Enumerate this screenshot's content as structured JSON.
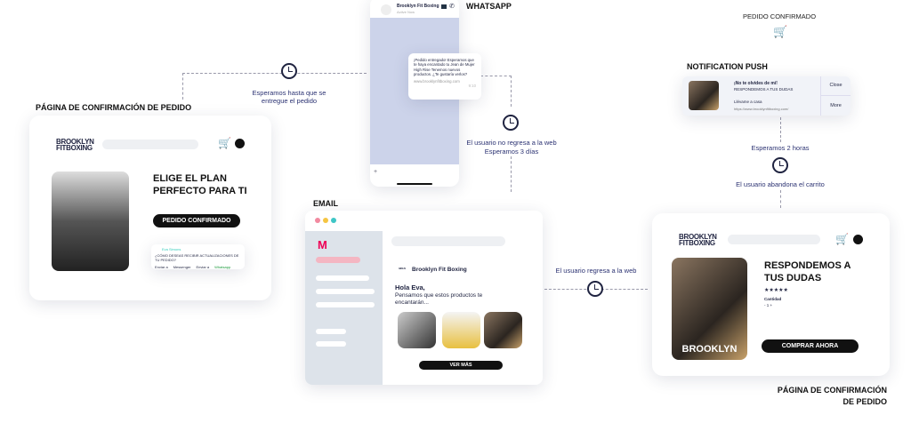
{
  "labels": {
    "confirm_left": "PÁGINA DE CONFIRMACIÓN DE PEDIDO",
    "whatsapp": "WHATSAPP",
    "email": "EMAIL",
    "notification": "NOTIFICATION PUSH",
    "pedido_confirmado": "PEDIDO CONFIRMADO",
    "confirm_right_1": "PÁGINA DE CONFIRMACIÓN",
    "confirm_right_2": "DE PEDIDO"
  },
  "steps": {
    "wait_delivery": "Esperamos hasta que se entregue el pedido",
    "no_return": "El usuario no regresa a la web",
    "wait_3": "Esperamos 3 días",
    "returns": "El usuario regresa a la web",
    "wait_2h": "Esperamos 2 horas",
    "abandons": "El usuario abandona el carrito"
  },
  "left_card": {
    "logo": "BROOKLYN FITBOXING",
    "title": "ELIGE EL PLAN PERFECTO PARA TI",
    "button": "PEDIDO CONFIRMADO",
    "share_user": "Eva Simons",
    "share_question": "¿CÓMO DESEAS RECIBIR ACTUALIZACIONES DE TU PEDIDO?",
    "share_options": [
      "Enviar a",
      "Messenger",
      "Enviar a",
      "Whatsapp"
    ]
  },
  "whatsapp": {
    "contact": "Brooklyn Fit Boxing",
    "status": "Active Now",
    "message": "¡Pedido entregado! Esperamos que te haya encantado tu Jean de Mujer High Rise Tenemos nuevos productos. ¿Te gustaría verlos?",
    "link": "www.brooklynfitboxing.com",
    "time": "9:10"
  },
  "email": {
    "sender": "Brooklyn Fit Boxing",
    "greeting": "Hola Eva,",
    "body": "Pensamos que estos productos te encantarán...",
    "button": "VER MÁS"
  },
  "notification": {
    "title": "¡No te olvides de mí!",
    "subtitle": "RESPONDEMOS A TUS DUDAS",
    "action": "Llévame a casa",
    "url": "https://www.brooklynfitboxing.com/",
    "close": "Close",
    "more": "More"
  },
  "right_card": {
    "logo": "BROOKLYN FITBOXING",
    "title": "RESPONDEMOS A TUS DUDAS",
    "stars": "★★★★★",
    "quantity_label": "Cantidad",
    "quantity": "- 1 +",
    "button": "COMPRAR AHORA",
    "image_text": "BROOKLYN"
  }
}
